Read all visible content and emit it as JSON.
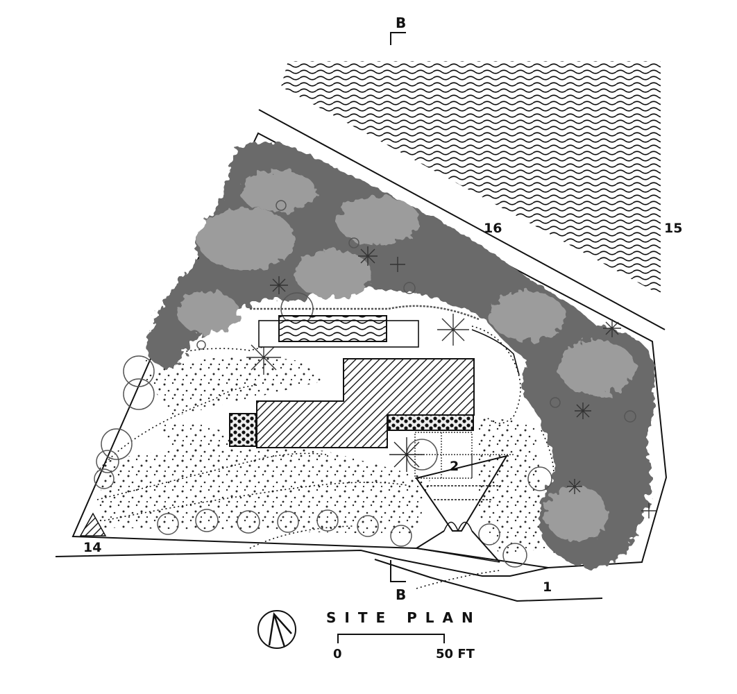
{
  "drawing": {
    "title": "SITE PLAN",
    "scale_bar": {
      "start_label": "0",
      "end_label": "50 FT"
    },
    "section_marks": {
      "top": "B",
      "bottom": "B"
    },
    "callouts": {
      "c1": "1",
      "c2": "2",
      "c14": "14",
      "c15": "15",
      "c16": "16"
    }
  },
  "colors": {
    "ink": "#111111",
    "canopy_dark": "#6a6a6a",
    "canopy_light": "#9c9c9c",
    "roof": "#4a4a4a",
    "paper": "#ffffff"
  },
  "icons": {
    "north_arrow": "north-arrow-icon",
    "spot_marker": "triangle-marker-icon"
  }
}
